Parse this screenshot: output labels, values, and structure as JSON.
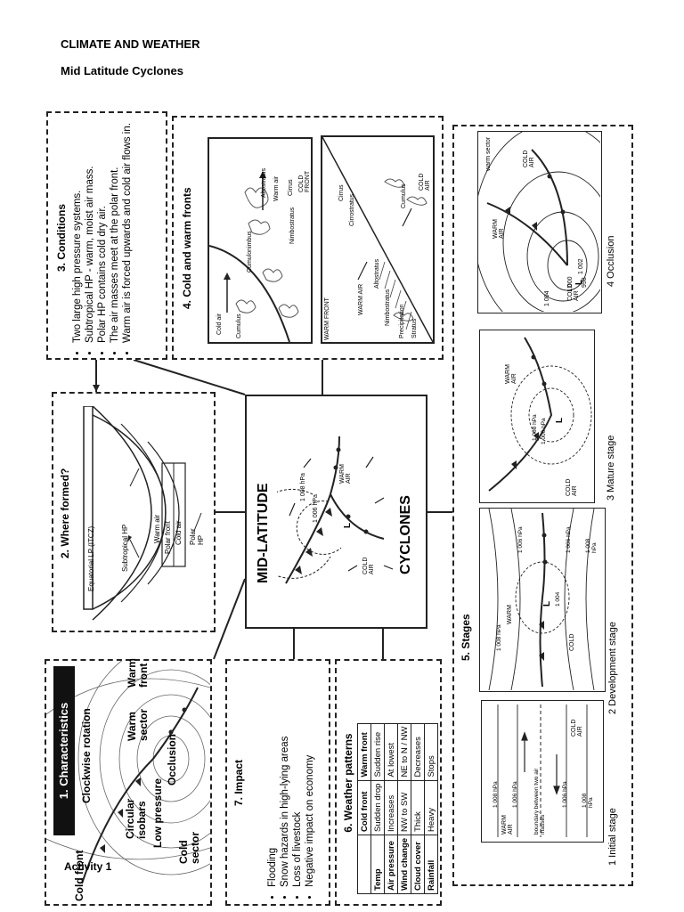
{
  "header": {
    "title": "CLIMATE AND WEATHER",
    "subtitle": "Mid Latitude Cyclones"
  },
  "center": {
    "title_line1": "MID-LATITUDE",
    "title_line2": "CYCLONES",
    "warm_air": "WARM AIR",
    "cold_air": "COLD AIR",
    "isobar1": "1 008 hPa",
    "isobar2": "1 006 hPa",
    "low": "L"
  },
  "conditions": {
    "title": "3. Conditions",
    "bullets": [
      "Two large high pressure systems.",
      "Subtropical HP - warm, moist air mass.",
      "Polar HP contains cold dry air.",
      "The air masses meet at the polar front.",
      "Warm air is forced upwards and cold air flows in."
    ]
  },
  "fronts": {
    "title": "4. Cold and warm fronts",
    "cold_front": {
      "heading": "COLD FRONT",
      "labels": [
        "Cirrus",
        "Warm air",
        "Altostratus",
        "Cumulonimbus",
        "Nimbostratus",
        "Cold air",
        "Cumulus"
      ]
    },
    "warm_front": {
      "heading": "WARM FRONT",
      "labels": [
        "Cirrus",
        "Cirrostratus",
        "Cumulus",
        "COLD AIR",
        "WARM AIR",
        "Altostratus",
        "Nimbostratus",
        "Precipitation",
        "Stratus"
      ]
    }
  },
  "where": {
    "title": "2. Where formed?",
    "labels": [
      "Equatorial LP (ITCZ)",
      "Subtropical HP",
      "Warm air",
      "Polar front",
      "Cold air",
      "Polar HP"
    ]
  },
  "stages": {
    "title": "5. Stages",
    "initial": {
      "caption": "1 Initial stage",
      "isobars": [
        "1 008 hPa",
        "1 006 hPa",
        "1 006 hPa",
        "1 008 hPa"
      ],
      "boundary": "boundary between two air masses",
      "warm": "WARM AIR",
      "cold": "COLD AIR"
    },
    "development": {
      "caption": "2 Development stage",
      "isobars": [
        "1 008 hPa",
        "1 006 hPa",
        "1 004",
        "1 006 hPa",
        "1 008 hPa"
      ],
      "warm": "WARM",
      "cold": "COLD",
      "low": "L"
    },
    "mature": {
      "caption": "3 Mature stage",
      "isobars": [
        "1 008 hPa",
        "1 006 hPa"
      ],
      "warm": "WARM AIR",
      "cold": "COLD AIR",
      "low": "L"
    },
    "occlusion": {
      "caption": "4 Occlusion",
      "labels": [
        "COLD AIR",
        "warm sector",
        "WARM AIR",
        "COLD AIR",
        "1 004",
        "1 002",
        "1 000",
        "998"
      ],
      "low": "L"
    }
  },
  "characteristics": {
    "title": "1. Characteristics",
    "labels": [
      "Clockwise rotation",
      "Warm sector",
      "Warm front",
      "Circular isobars",
      "Low pressure",
      "Occlusion",
      "Cold front",
      "Cold sector"
    ],
    "activity": "Activity 1"
  },
  "impact": {
    "title": "7. Impact",
    "bullets": [
      "Flooding",
      "Snow hazards in high-lying areas",
      "Loss of livestock",
      "Negative impact on economy"
    ]
  },
  "weather": {
    "title": "6. Weather patterns",
    "headers": [
      "",
      "Cold front",
      "Warm front"
    ],
    "rows": [
      [
        "Temp",
        "Sudden drop",
        "Sudden rise"
      ],
      [
        "Air pressure",
        "Increases",
        "At lowest"
      ],
      [
        "Wind change",
        "NW to SW",
        "NE to N / NW"
      ],
      [
        "Cloud cover",
        "Thick",
        "Decreases"
      ],
      [
        "Rainfall",
        "Heavy",
        "Stops"
      ]
    ]
  }
}
